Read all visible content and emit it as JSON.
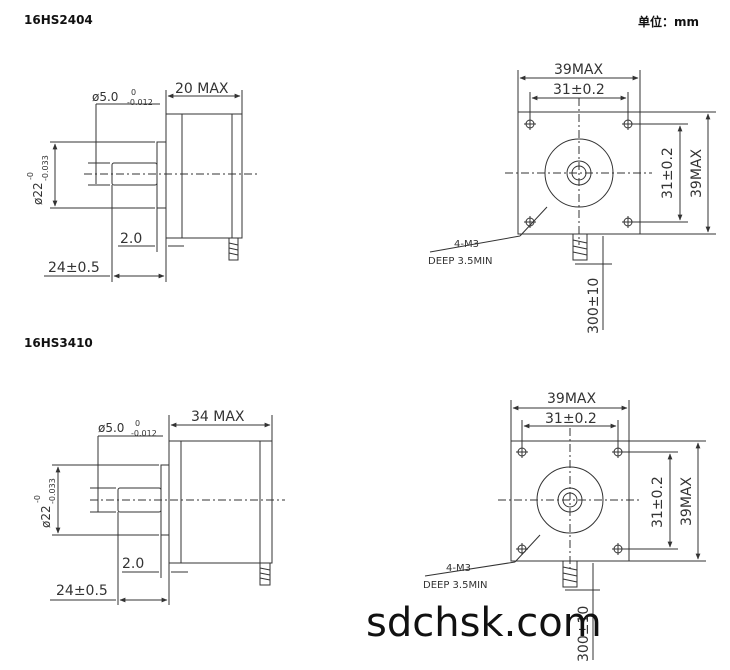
{
  "header": {
    "model_top": "16HS2404",
    "unit_label": "单位：mm",
    "model_bottom": "16HS3410"
  },
  "top": {
    "side": {
      "shaft_diameter": "ø5.0",
      "shaft_tol_upper": "0",
      "shaft_tol_lower": "-0.012",
      "boss_diameter": "ø22",
      "boss_tol_upper": "-0",
      "boss_tol_lower": "-0.033",
      "length_max": "20 MAX",
      "flange_thickness": "2.0",
      "shaft_length": "24±0.5"
    },
    "front": {
      "overall_max": "39MAX",
      "hole_spacing": "31±0.2",
      "hole_spacing_vertical": "31±0.2",
      "overall_max_vertical": "39MAX",
      "thread": "4-M3",
      "depth": "DEEP 3.5MIN",
      "lead_length": "300±10"
    }
  },
  "bottom": {
    "side": {
      "shaft_diameter": "ø5.0",
      "shaft_tol_upper": "0",
      "shaft_tol_lower": "-0.012",
      "boss_diameter": "ø22",
      "boss_tol_upper": "-0",
      "boss_tol_lower": "-0.033",
      "length_max": "34 MAX",
      "flange_thickness": "2.0",
      "shaft_length": "24±0.5"
    },
    "front": {
      "overall_max": "39MAX",
      "hole_spacing": "31±0.2",
      "hole_spacing_vertical": "31±0.2",
      "overall_max_vertical": "39MAX",
      "thread": "4-M3",
      "depth": "DEEP 3.5MIN",
      "lead_length": "300±10"
    }
  },
  "watermark": "sdchsk.com",
  "colors": {
    "line": "#333333",
    "text": "#111111",
    "background": "#ffffff"
  }
}
